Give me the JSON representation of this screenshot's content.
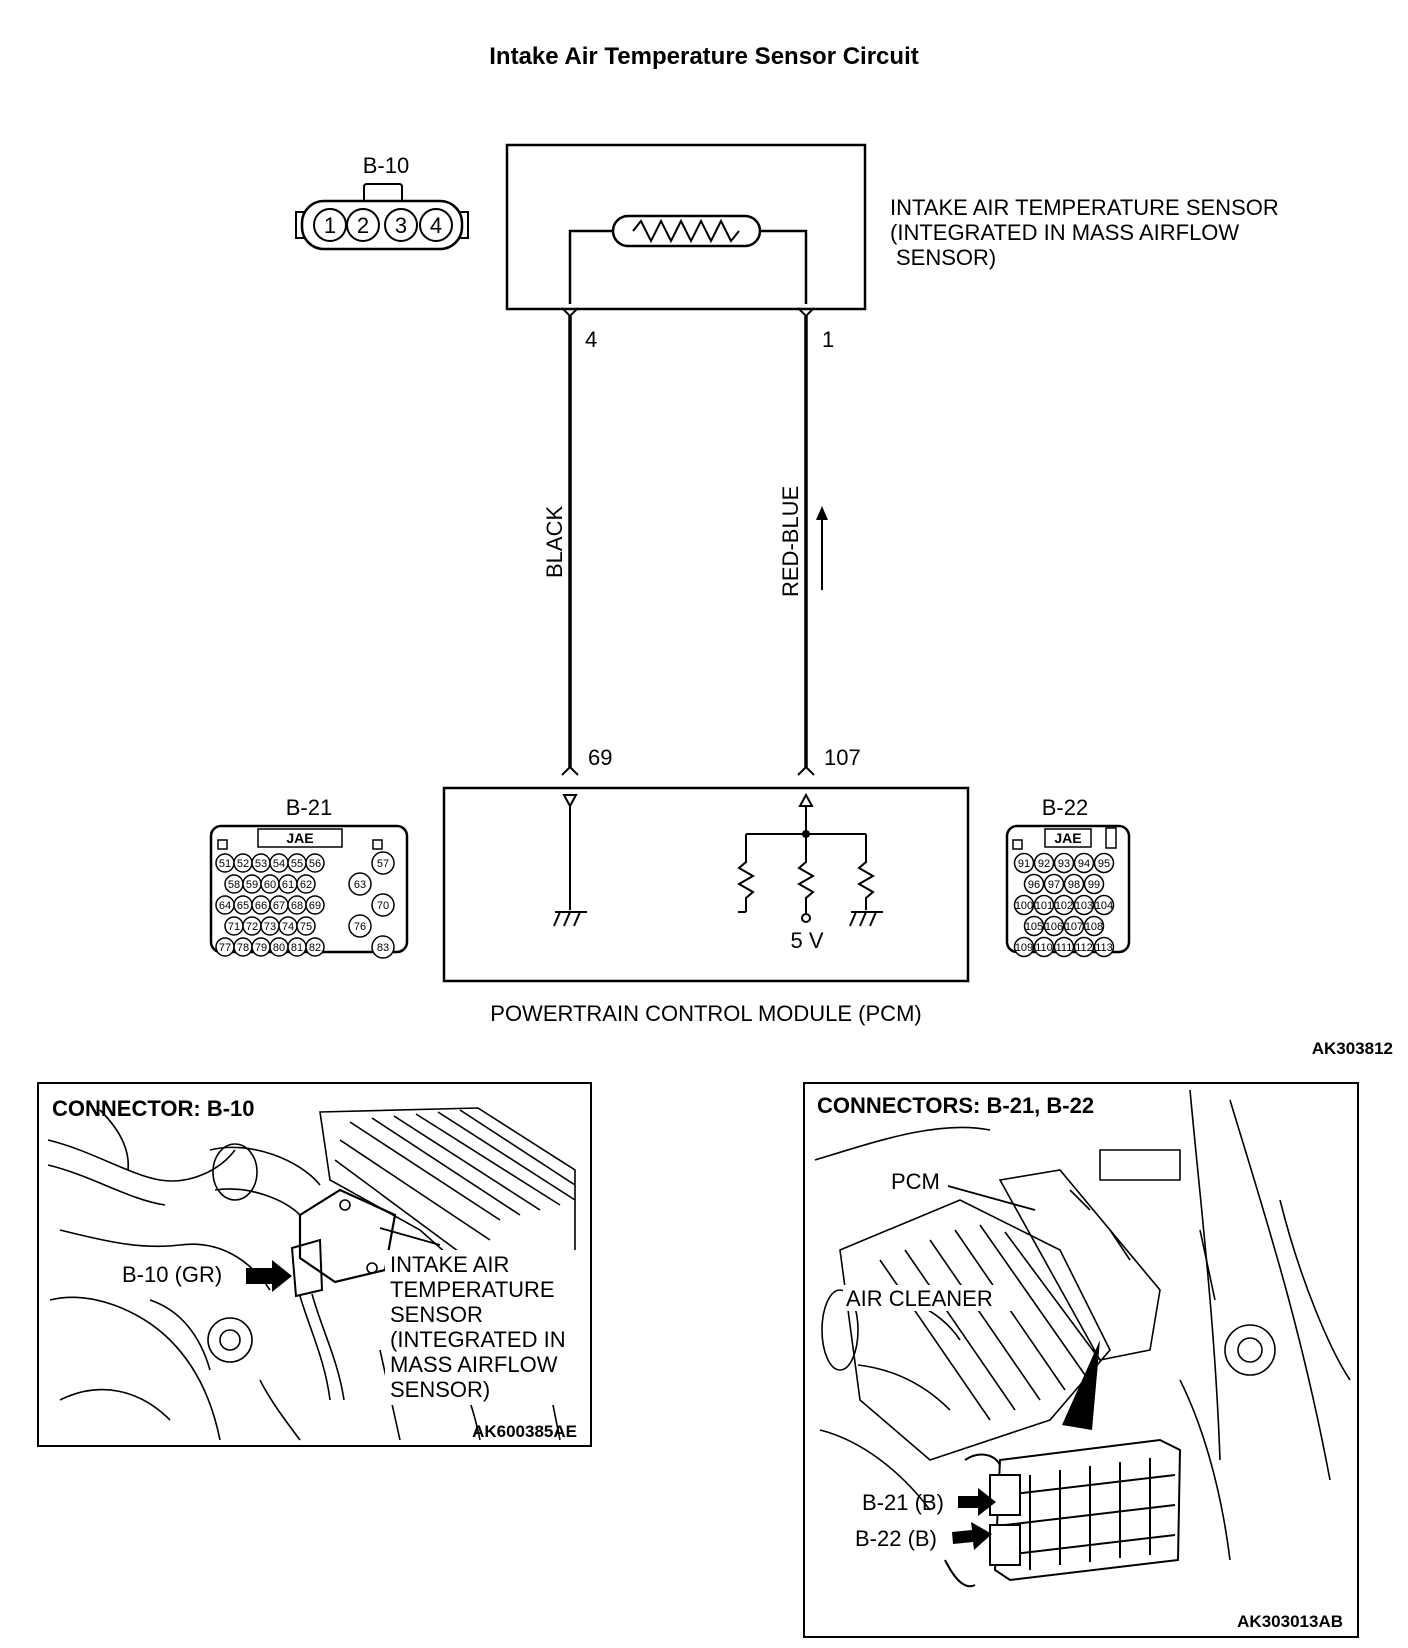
{
  "title": "Intake Air Temperature Sensor Circuit",
  "sensor": {
    "connector_id": "B-10",
    "connector_pins": [
      "1",
      "2",
      "3",
      "4"
    ],
    "label_line1": "INTAKE AIR TEMPERATURE SENSOR",
    "label_line2": "(INTEGRATED IN MASS AIRFLOW",
    "label_line3": "SENSOR)",
    "pin_left": "4",
    "pin_right": "1"
  },
  "wires": {
    "left_color": "BLACK",
    "right_color": "RED-BLUE"
  },
  "pcm": {
    "pin_left": "69",
    "pin_right": "107",
    "voltage": "5 V",
    "label": "POWERTRAIN CONTROL MODULE (PCM)"
  },
  "connector_b21": {
    "id": "B-21",
    "maker": "JAE",
    "rows": [
      [
        "51",
        "52",
        "53",
        "54",
        "55",
        "56",
        "57"
      ],
      [
        "58",
        "59",
        "60",
        "61",
        "62",
        "63"
      ],
      [
        "64",
        "65",
        "66",
        "67",
        "68",
        "69",
        "70"
      ],
      [
        "71",
        "72",
        "73",
        "74",
        "75",
        "76"
      ],
      [
        "77",
        "78",
        "79",
        "80",
        "81",
        "82",
        "83"
      ]
    ]
  },
  "connector_b22": {
    "id": "B-22",
    "maker": "JAE",
    "rows": [
      [
        "91",
        "92",
        "93",
        "94",
        "95"
      ],
      [
        "96",
        "97",
        "98",
        "99"
      ],
      [
        "100",
        "101",
        "102",
        "103",
        "104"
      ],
      [
        "105",
        "106",
        "107",
        "108"
      ],
      [
        "109",
        "110",
        "111",
        "112",
        "113"
      ]
    ]
  },
  "figure_code_top": "AK303812",
  "inset_left": {
    "title": "CONNECTOR: B-10",
    "pointer_label": "B-10 (GR)",
    "sensor_lines": [
      "INTAKE AIR",
      "TEMPERATURE",
      "SENSOR",
      "(INTEGRATED IN",
      "MASS AIRFLOW",
      "SENSOR)"
    ],
    "code": "AK600385AE"
  },
  "inset_right": {
    "title": "CONNECTORS: B-21, B-22",
    "pcm_label": "PCM",
    "air_cleaner_label": "AIR CLEANER",
    "b21_label": "B-21 (B)",
    "b22_label": "B-22 (B)",
    "code": "AK303013AB"
  }
}
